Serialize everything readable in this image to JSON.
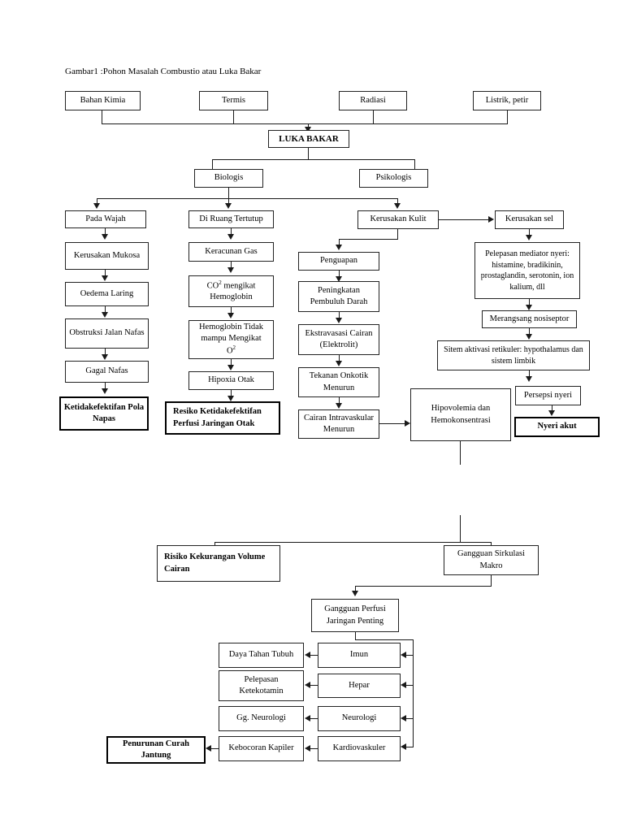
{
  "figure": {
    "caption": "Gambar1 :Pohon Masalah Combustio atau Luka Bakar"
  },
  "nodes": {
    "causes": [
      {
        "id": "bahan-kimia",
        "label": "Bahan Kimia"
      },
      {
        "id": "termis",
        "label": "Termis"
      },
      {
        "id": "radiasi",
        "label": "Radiasi"
      },
      {
        "id": "listrik-petir",
        "label": "Listrik, petir"
      }
    ],
    "root": {
      "id": "luka-bakar",
      "label": "LUKA BAKAR",
      "emphasis": "bold"
    },
    "branches": [
      {
        "id": "biologis",
        "label": "Biologis"
      },
      {
        "id": "psikologis",
        "label": "Psikologis"
      }
    ],
    "column_face": [
      {
        "id": "pada-wajah",
        "label": "Pada Wajah"
      },
      {
        "id": "kerusakan-mukosa",
        "label": "Kerusakan Mukosa"
      },
      {
        "id": "oedema-laring",
        "label": "Oedema Laring"
      },
      {
        "id": "obstruksi-jalan-nafas",
        "label": "Obstruksi Jalan Nafas"
      },
      {
        "id": "gagal-nafas",
        "label": "Gagal Nafas"
      },
      {
        "id": "ketidakefektifan-pola-napas",
        "label": "Ketidakefektifan Pola Napas",
        "emphasis": "bold",
        "outline": "thick"
      }
    ],
    "column_enclosed": [
      {
        "id": "di-ruang-tertutup",
        "label": "Di Ruang Tertutup"
      },
      {
        "id": "keracunan-gas",
        "label": "Keracunan Gas"
      },
      {
        "id": "co2-mengikat-hemoglobin",
        "label": "CO² mengikat Hemoglobin",
        "html": "CO<span class=\"sup\">2</span> mengikat<br>Hemoglobin"
      },
      {
        "id": "hemoglobin-tidak-mampu-mengikat-o2",
        "label": "Hemoglobin Tidak mampu Mengikat O²",
        "html": "Hemoglobin Tidak<br>mampu Mengikat<br>O<span class=\"sup\">2</span>"
      },
      {
        "id": "hipoxia-otak",
        "label": "Hipoxia Otak"
      },
      {
        "id": "resiko-ketidakefektifan-perfusi-jaringan-otak",
        "label": "Resiko Ketidakefektifan Perfusi Jaringan Otak",
        "emphasis": "bold",
        "outline": "thick"
      }
    ],
    "column_skin": [
      {
        "id": "kerusakan-kulit",
        "label": "Kerusakan Kulit"
      },
      {
        "id": "penguapan",
        "label": "Penguapan"
      },
      {
        "id": "peningkatan-pembuluh-darah",
        "label": "Peningkatan Pembuluh Darah"
      },
      {
        "id": "ekstravasasi-cairan",
        "label": "Ekstravasasi Cairan (Elektrolit)"
      },
      {
        "id": "tekanan-onkotik-menurun",
        "label": "Tekanan Onkotik Menurun"
      },
      {
        "id": "cairan-intravaskular-menurun",
        "label": "Cairan Intravaskular Menurun"
      },
      {
        "id": "hipovolemia-hemokonsentrasi",
        "label": "Hipovolemia dan Hemokonsentrasi"
      }
    ],
    "column_pain": [
      {
        "id": "kerusakan-sel",
        "label": "Kerusakan sel"
      },
      {
        "id": "pelepasan-mediator-nyeri",
        "label": "Pelepasan mediator nyeri: histamine, bradikinin, prostaglandin, serotonin, ion kalium, dll"
      },
      {
        "id": "merangsang-nosiseptor",
        "label": "Merangsang nosiseptor"
      },
      {
        "id": "sitem-aktivasi-retikuler",
        "label": "Sitem aktivasi retikuler: hypothalamus dan sistem limbik"
      },
      {
        "id": "persepsi-nyeri",
        "label": "Persepsi nyeri"
      },
      {
        "id": "nyeri-akut",
        "label": "Nyeri akut",
        "emphasis": "bold",
        "outline": "thick"
      }
    ],
    "lower": [
      {
        "id": "risiko-kekurangan-volume-cairan",
        "label": "Risiko Kekurangan Volume Cairan",
        "emphasis": "bold"
      },
      {
        "id": "gangguan-sirkulasi-makro",
        "label": "Gangguan Sirkulasi Makro"
      },
      {
        "id": "gangguan-perfusi-jaringan-penting",
        "label": "Gangguan Perfusi Jaringan Penting"
      }
    ],
    "organs": [
      {
        "id": "imun",
        "label": "Imun"
      },
      {
        "id": "hepar",
        "label": "Hepar"
      },
      {
        "id": "neurologi",
        "label": "Neurologi"
      },
      {
        "id": "kardiovaskuler",
        "label": "Kardiovaskuler"
      }
    ],
    "effects": [
      {
        "id": "daya-tahan-tubuh",
        "label": "Daya Tahan Tubuh"
      },
      {
        "id": "pelepasan-ketekotamin",
        "label": "Pelepasan Ketekotamin"
      },
      {
        "id": "gg-neurologi",
        "label": "Gg. Neurologi"
      },
      {
        "id": "kebocoran-kapiler",
        "label": "Kebocoran Kapiler"
      }
    ],
    "outcome": {
      "id": "penurunan-curah-jantung",
      "label": "Penurunan Curah Jantung",
      "emphasis": "bold",
      "outline": "thick"
    }
  },
  "style": {
    "line_color": "#1a1a1a",
    "box_border": "#222222",
    "background": "#ffffff"
  }
}
